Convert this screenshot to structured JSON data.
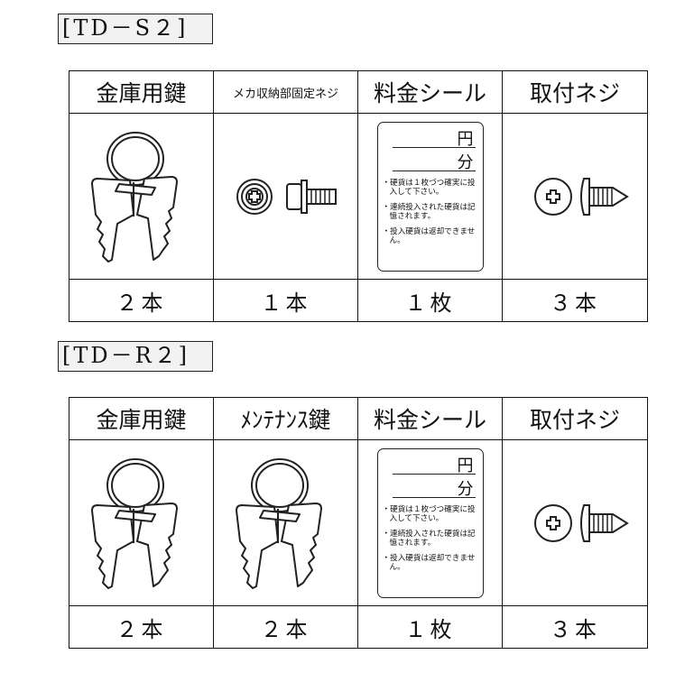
{
  "sections": [
    {
      "title": "[TD－S２]",
      "headers": [
        "金庫用鍵",
        "メカ収納部固定ネジ",
        "料金シール",
        "取付ネジ"
      ],
      "quantities": [
        "２本",
        "１本",
        "１枚",
        "３本"
      ],
      "icons": [
        "key-set-icon",
        "flat-screw-icon",
        "price-sticker-icon",
        "tapping-screw-icon"
      ]
    },
    {
      "title": "[TD－R２]",
      "headers": [
        "金庫用鍵",
        "ﾒﾝﾃﾅﾝｽ鍵",
        "料金シール",
        "取付ネジ"
      ],
      "quantities": [
        "２本",
        "２本",
        "１枚",
        "３本"
      ],
      "icons": [
        "key-set-icon",
        "key-set-icon",
        "price-sticker-icon",
        "tapping-screw-icon"
      ]
    }
  ],
  "sticker": {
    "yen": "円",
    "minutes": "分",
    "notes": [
      "・硬貨は１枚づつ確実に投入して下さい。",
      "・連続投入された硬貨は記憶されます。",
      "・投入硬貨は返却できません。"
    ]
  }
}
